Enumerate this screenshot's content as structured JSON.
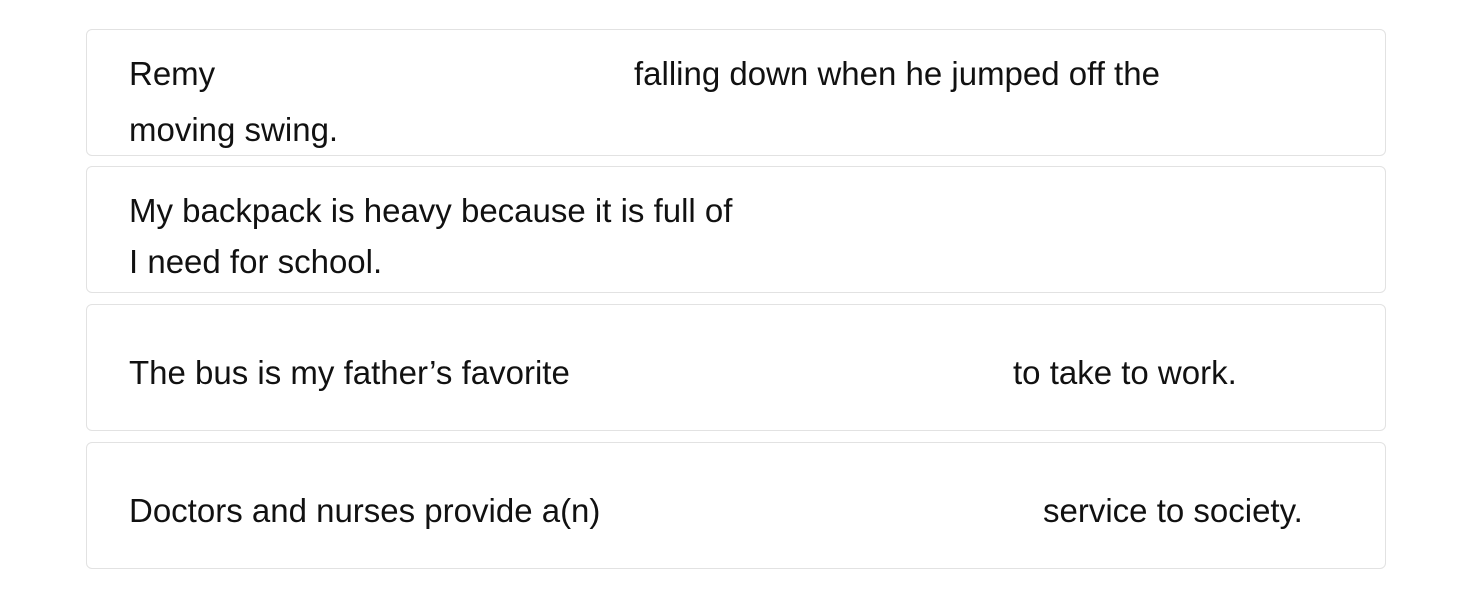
{
  "questions": [
    {
      "before": "Remy",
      "after_line1": "falling down when he jumped off the",
      "after_line2": "moving swing."
    },
    {
      "before": "My backpack is heavy because it is full of",
      "after": "I need for school."
    },
    {
      "before": "The bus is my father’s favorite",
      "after": "to take to work."
    },
    {
      "before": "Doctors and nurses provide a(n)",
      "after": "service to society."
    }
  ]
}
